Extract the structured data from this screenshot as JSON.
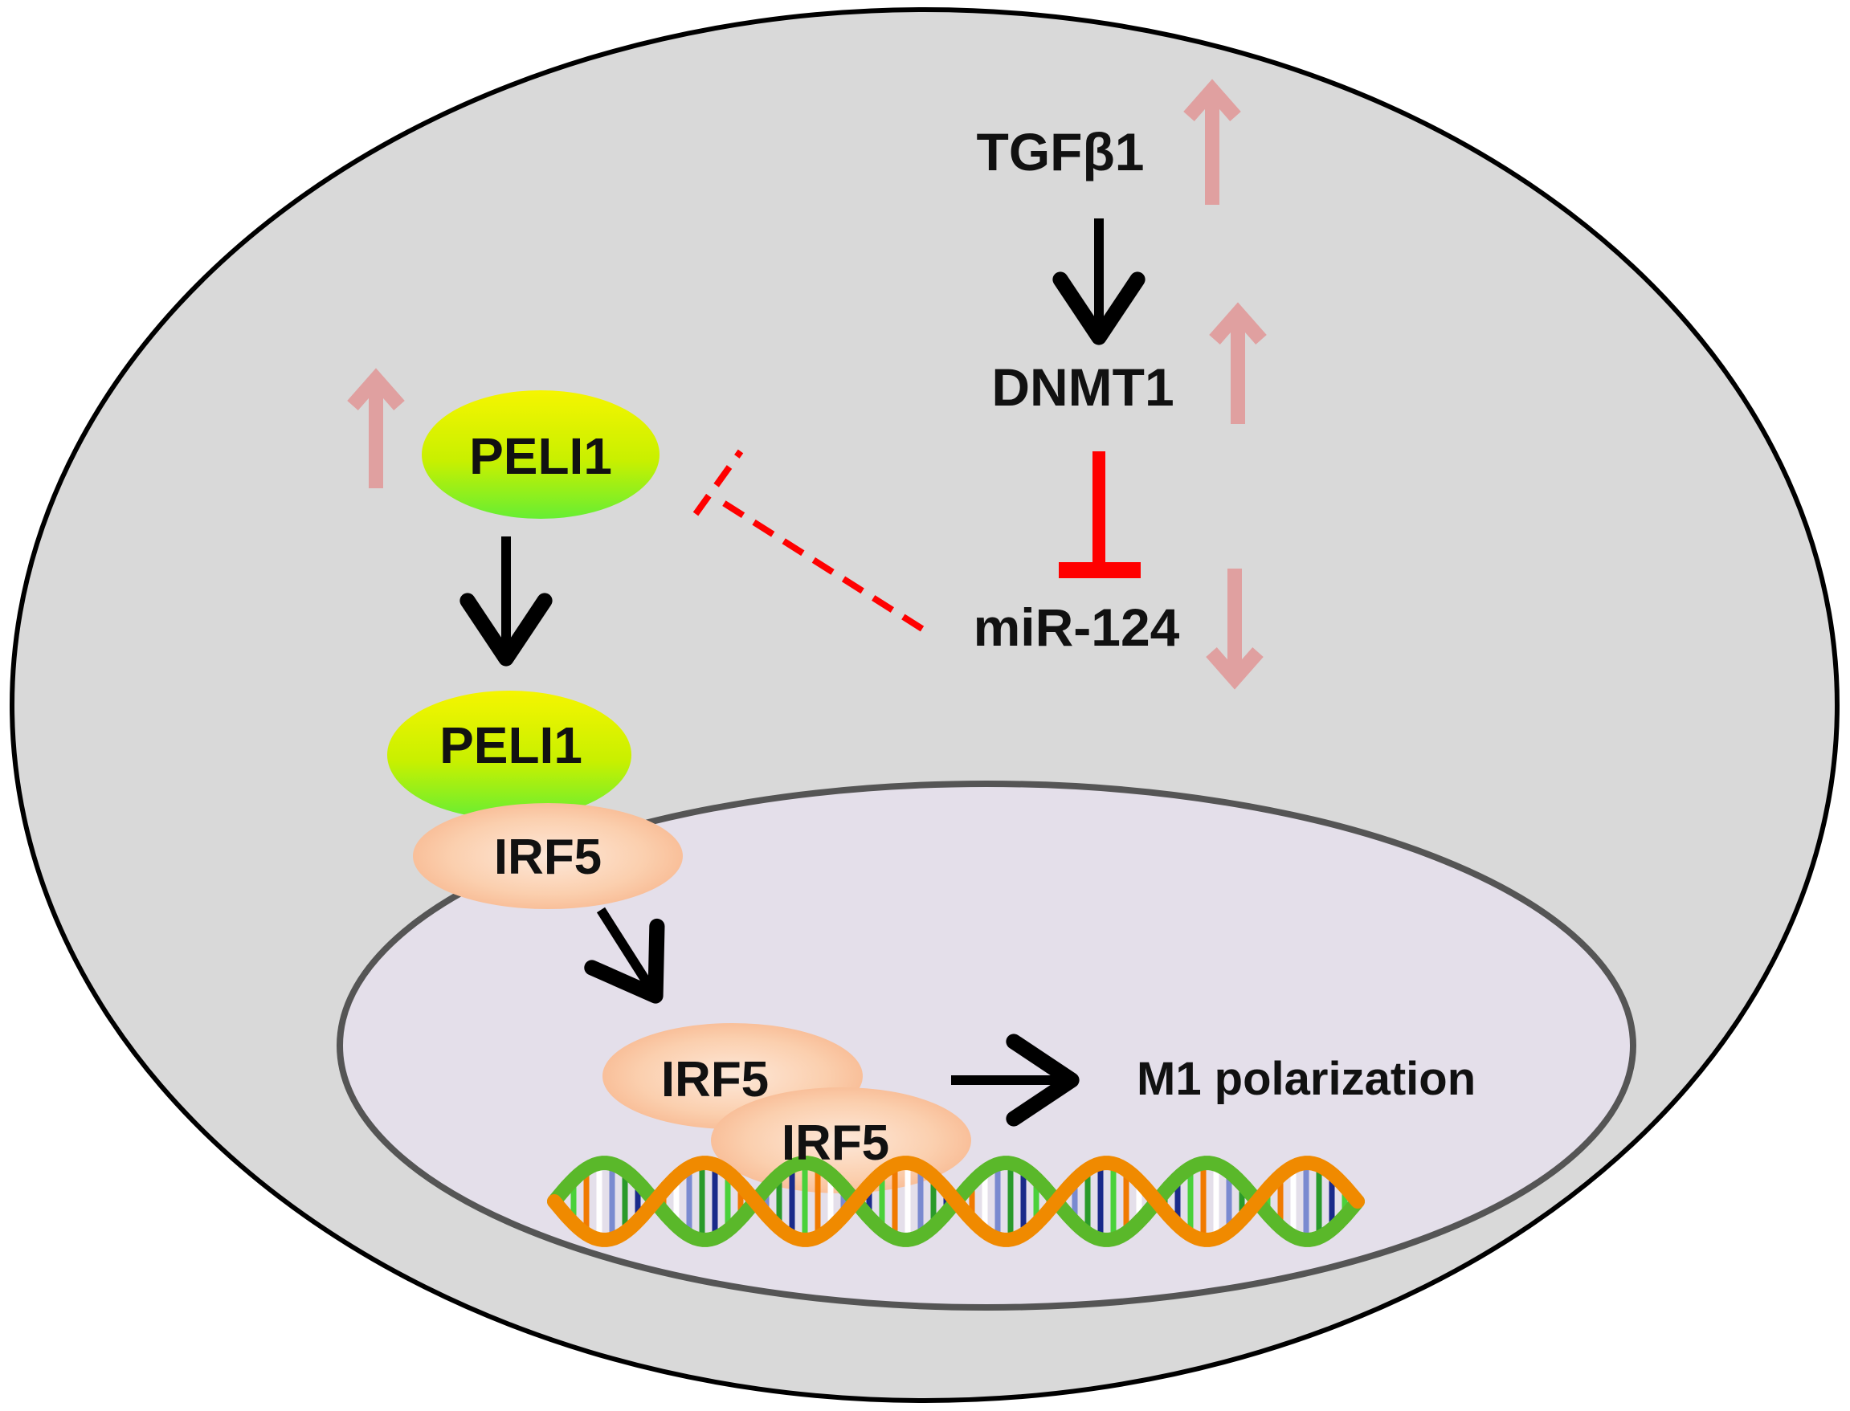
{
  "labels": {
    "tgfb1": "TGFβ1",
    "dnmt1": "DNMT1",
    "mir124": "miR-124",
    "peli1_top": "PELI1",
    "peli1_complex": "PELI1",
    "irf5_cytoplasm": "IRF5",
    "irf5_nucleus_a": "IRF5",
    "irf5_nucleus_b": "IRF5",
    "outcome": "M1 polarization"
  },
  "regulation": {
    "tgfb1": "up",
    "dnmt1": "up",
    "peli1": "up",
    "mir124": "down"
  },
  "colors": {
    "cell_fill": "#d9d9d9",
    "nucleus_fill": "#e4dfea",
    "nucleus_stroke": "#555555",
    "arrow_black": "#000000",
    "inhibit_red": "#ff0000",
    "regulation_arrow": "#e0a0a0",
    "peli1_top_color": "#f5f500",
    "peli1_bottom_color": "#66ee33",
    "irf5_light": "#fde8d9",
    "irf5_dark": "#f7b48b",
    "dna_orange": "#f08a00",
    "dna_green": "#5ab82a"
  }
}
